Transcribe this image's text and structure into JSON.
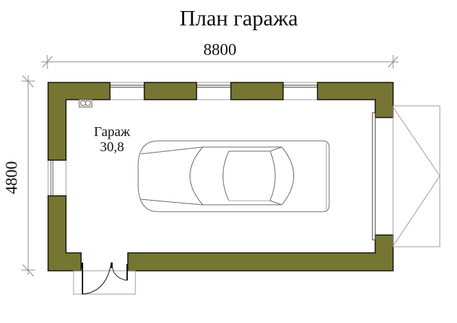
{
  "title": "План гаража",
  "dimensions": {
    "width_label": "8800",
    "height_label": "4800"
  },
  "room": {
    "name": "Гараж",
    "area": "30,8"
  },
  "colors": {
    "wall_fill": "#767532",
    "wall_stroke": "#111111",
    "dimension_line": "#888888",
    "furniture_line": "#666666"
  }
}
